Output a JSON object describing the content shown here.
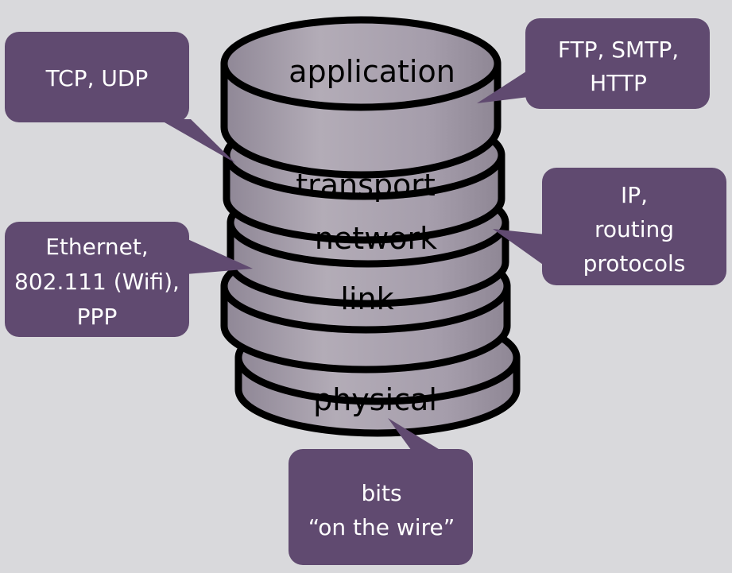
{
  "layers": {
    "application": "application",
    "transport": "transport",
    "network": "network",
    "link": "link",
    "physical": "physical"
  },
  "callouts": {
    "transport": [
      "TCP, UDP"
    ],
    "application": [
      "FTP, SMTP,",
      "HTTP"
    ],
    "network": [
      "IP,",
      "routing",
      "protocols"
    ],
    "link": [
      "Ethernet,",
      "802.111 (Wifi),",
      "PPP"
    ],
    "physical": [
      "bits",
      "“on the wire”"
    ]
  },
  "colors": {
    "background": "#d9d9dc",
    "callout_fill": "#604a70",
    "disk_fill": "#a79fab",
    "disk_top": "#b1aab4",
    "outline": "#000000"
  }
}
